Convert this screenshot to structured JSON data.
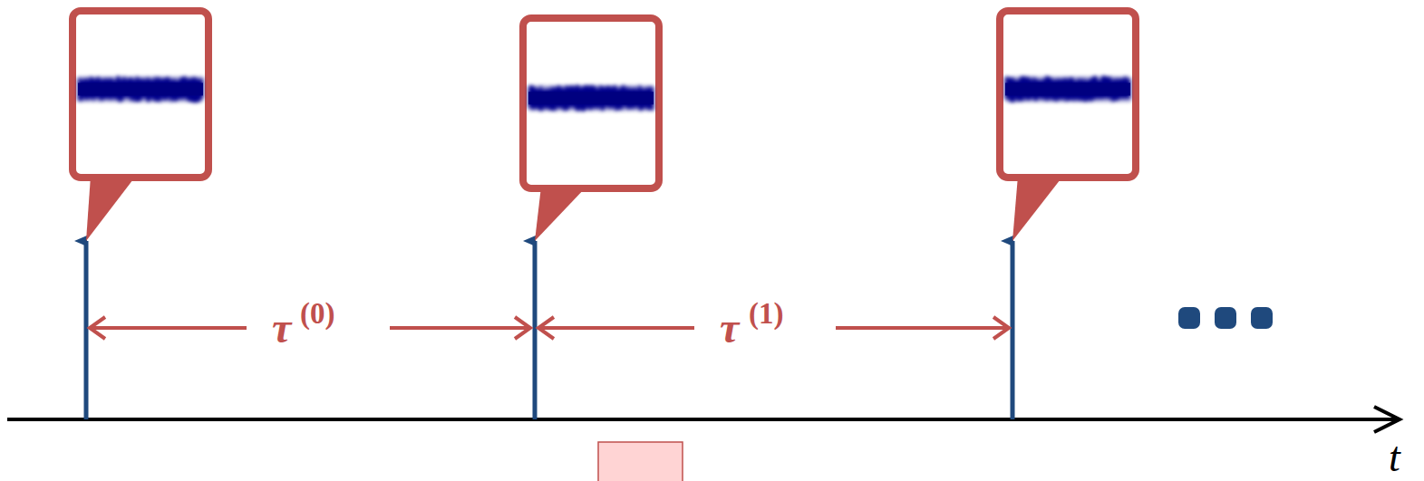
{
  "diagram": {
    "labels": [
      "τ",
      "(0)",
      "τ",
      "(1)",
      "t"
    ]
  }
}
